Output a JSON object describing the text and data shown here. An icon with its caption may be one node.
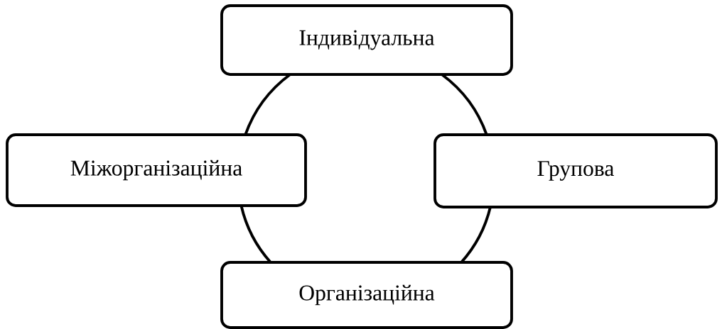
{
  "diagram": {
    "nodes": [
      {
        "text": [
          "Індивідуальна"
        ]
      },
      {
        "text": [
          "Міжорганізаційна"
        ]
      },
      {
        "text": [
          "Групова"
        ]
      },
      {
        "text": [
          "Організаційна"
        ]
      }
    ],
    "edges": [
      {
        "from": 0,
        "to": 2,
        "arrow": "none"
      },
      {
        "from": 2,
        "to": 3,
        "arrow": "none"
      },
      {
        "from": 3,
        "to": 1,
        "arrow": "none"
      },
      {
        "from": 1,
        "to": 0,
        "arrow": "none"
      }
    ]
  }
}
